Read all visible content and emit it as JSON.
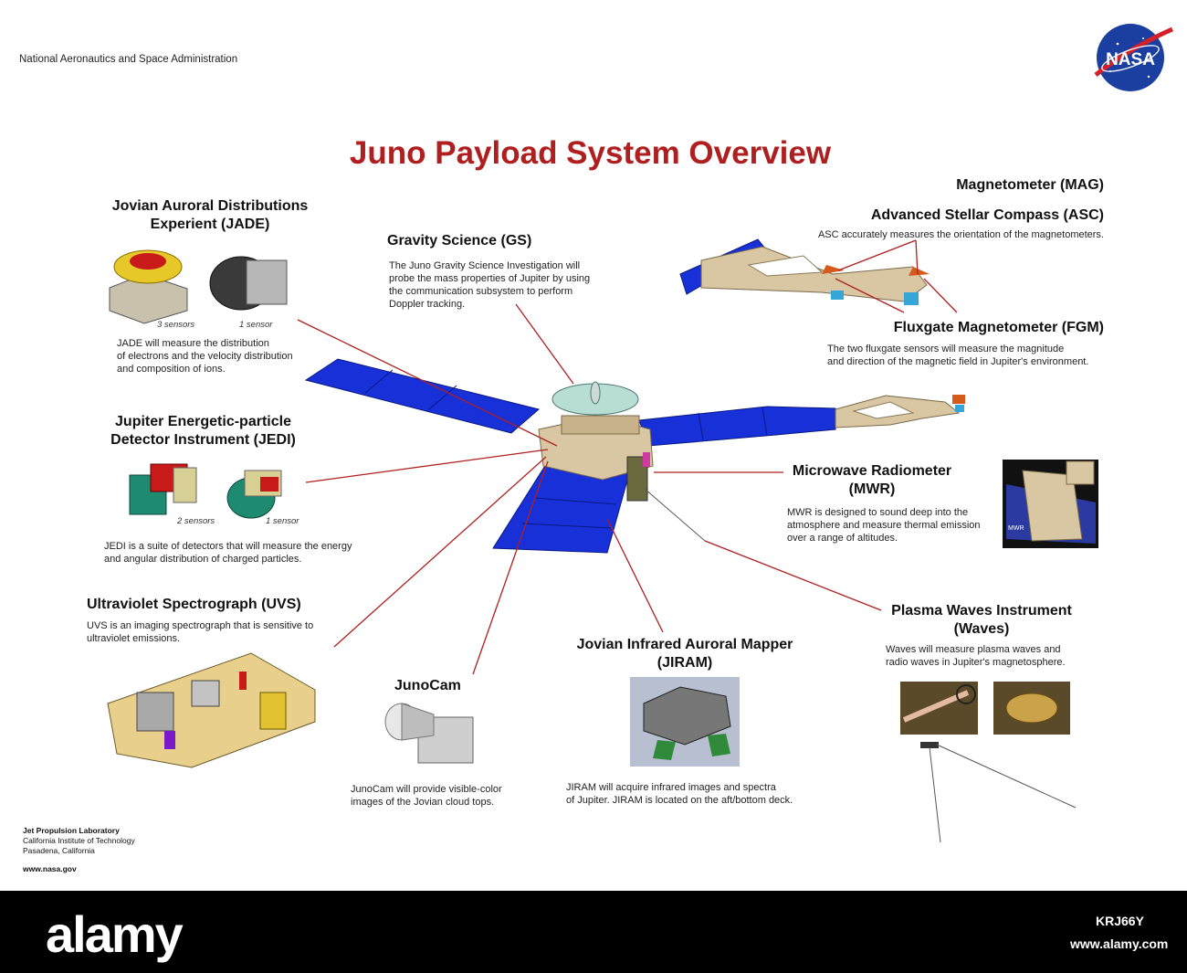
{
  "header": {
    "agency": "National Aeronautics and Space Administration",
    "logo_text": "NASA",
    "title": "Juno Payload System Overview"
  },
  "instruments": {
    "mag": {
      "title": "Magnetometer (MAG)"
    },
    "asc": {
      "title": "Advanced Stellar Compass (ASC)",
      "desc": "ASC accurately measures the orientation of the magnetometers."
    },
    "fgm": {
      "title": "Fluxgate Magnetometer (FGM)",
      "desc_1": "The two fluxgate sensors will measure the magnitude",
      "desc_2": "and direction of the magnetic field in Jupiter's environment."
    },
    "jade": {
      "title_1": "Jovian Auroral Distributions",
      "title_2": "Experient (JADE)",
      "cap_a": "3 sensors",
      "cap_b": "1 sensor",
      "desc_1": "JADE will measure the distribution",
      "desc_2": "of electrons and the velocity distribution",
      "desc_3": "and composition of ions."
    },
    "gs": {
      "title": "Gravity Science (GS)",
      "desc_1": "The Juno Gravity Science Investigation will",
      "desc_2": "probe the mass properties of Jupiter by using",
      "desc_3": "the communication subsystem to perform",
      "desc_4": "Doppler tracking."
    },
    "jedi": {
      "title_1": "Jupiter Energetic-particle",
      "title_2": "Detector Instrument (JEDI)",
      "cap_a": "2 sensors",
      "cap_b": "1 sensor",
      "desc_1": "JEDI is a suite of detectors that will measure the energy",
      "desc_2": "and angular distribution of charged particles."
    },
    "mwr": {
      "title_1": "Microwave Radiometer",
      "title_2": "(MWR)",
      "desc_1": "MWR is designed to sound deep into the",
      "desc_2": "atmosphere and measure thermal emission",
      "desc_3": "over a range of altitudes.",
      "inset_label": "MWR"
    },
    "uvs": {
      "title": "Ultraviolet Spectrograph (UVS)",
      "desc_1": "UVS is an imaging spectrograph that is sensitive to",
      "desc_2": "ultraviolet emissions."
    },
    "waves": {
      "title_1": "Plasma Waves Instrument",
      "title_2": "(Waves)",
      "desc_1": "Waves will measure plasma waves and",
      "desc_2": "radio waves in Jupiter's magnetosphere."
    },
    "jiram": {
      "title_1": "Jovian Infrared Auroral Mapper",
      "title_2": "(JIRAM)",
      "desc_1": "JIRAM will acquire infrared images and spectra",
      "desc_2": "of Jupiter. JIRAM is located on the aft/bottom deck."
    },
    "junocam": {
      "title": "JunoCam",
      "desc_1": "JunoCam will provide visible-color",
      "desc_2": "images of the Jovian cloud tops."
    }
  },
  "credits": {
    "lab": "Jet Propulsion Laboratory",
    "inst": "California Institute of Technology",
    "city": "Pasadena, California",
    "web": "www.nasa.gov"
  },
  "watermark": {
    "brand": "alamy",
    "image_id": "KRJ66Y",
    "url": "www.alamy.com"
  },
  "colors": {
    "title_red": "#b01f1f",
    "leader_red": "#b01f1f",
    "panel_blue": "#1730d8",
    "bus_tan": "#d9c7a3",
    "dish": "#b8ddd4"
  }
}
